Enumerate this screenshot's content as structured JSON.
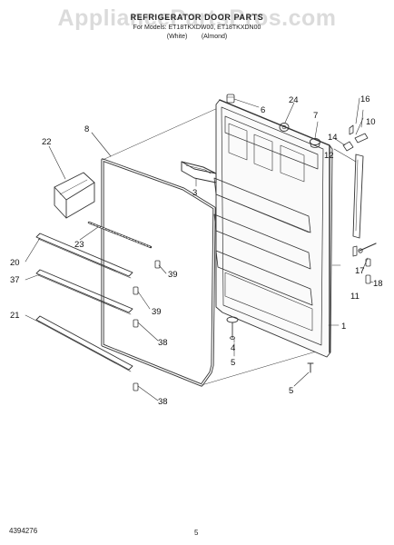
{
  "header": {
    "title": "REFRIGERATOR DOOR PARTS",
    "models_line": "For Models: ET18TKXDW00, ET18TKXDN00",
    "variants_line": "(White)        (Almond)"
  },
  "watermark": "AppliancePartsPros.com",
  "callouts": [
    "1",
    "3",
    "4",
    "5",
    "5",
    "6",
    "7",
    "8",
    "10",
    "11",
    "12",
    "14",
    "16",
    "17",
    "18",
    "20",
    "21",
    "22",
    "23",
    "24",
    "37",
    "38",
    "38",
    "39",
    "39"
  ],
  "footer": {
    "doc_number": "4394276",
    "page_number": "5"
  }
}
